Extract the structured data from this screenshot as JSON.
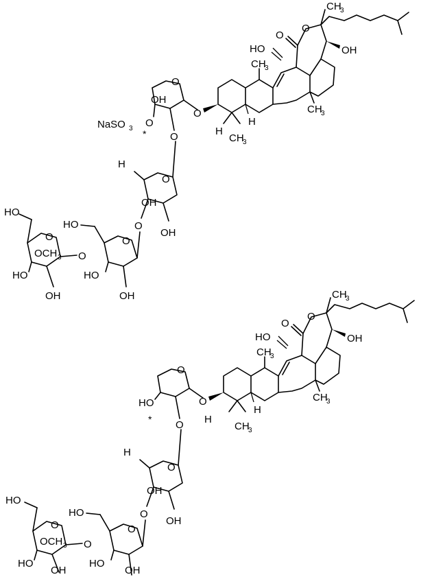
{
  "molecules": [
    {
      "labels": {
        "oh_c12": "HO",
        "lactone_o": "O",
        "ring_o": "O",
        "ch3_c20": "CH",
        "oh_c17": "OH",
        "ch3_c19": "CH",
        "ch3_c18": "CH",
        "h_c5": "H",
        "ch3_c4a": "H",
        "ch3_c4b": "CH",
        "o_c3": "O",
        "xyl_o5": "O",
        "xyl_oh": "OH",
        "xyl_o4": "O",
        "xyl_star": "*",
        "sulfate": "NaSO",
        "sulfate_sub": "3",
        "o_link1": "O",
        "qui_ch3": "H",
        "qui_o5": "O",
        "qui_oh3": "OH",
        "qui_oh2": "OH",
        "o_link2": "O",
        "glc_o5": "O",
        "glc_ho6": "HO",
        "glc_oh2": "OH",
        "glc_oh3": "HO",
        "o_link3": "O",
        "mglc_o5": "O",
        "mglc_ho6": "HO",
        "mglc_och3": "OCH",
        "mglc_oh3": "HO",
        "mglc_oh2": "OH"
      },
      "subs": [
        "3"
      ]
    },
    {
      "labels": {
        "oh_c12": "HO",
        "lactone_o": "O",
        "ring_o": "O",
        "ch3_c20": "CH",
        "oh_c17": "OH",
        "ch3_c19": "CH",
        "ch3_c18": "CH",
        "h_c5": "H",
        "ch3_c4a": "H",
        "ch3_c4b": "CH",
        "o_c3": "O",
        "xyl_o5": "O",
        "xyl_oh": "HO",
        "xyl_star": "*",
        "o_link1": "O",
        "qui_ch3": "H",
        "qui_o5": "O",
        "qui_oh3": "OH",
        "qui_oh2": "OH",
        "o_link2": "O",
        "glc_o5": "O",
        "glc_ho6": "HO",
        "glc_oh2": "OH",
        "glc_oh3": "HO",
        "o_link3": "O",
        "mglc_o5": "O",
        "mglc_ho6": "HO",
        "mglc_och3": "OCH",
        "mglc_oh3": "HO",
        "mglc_oh2": "OH"
      },
      "subs": [
        "3"
      ]
    }
  ]
}
